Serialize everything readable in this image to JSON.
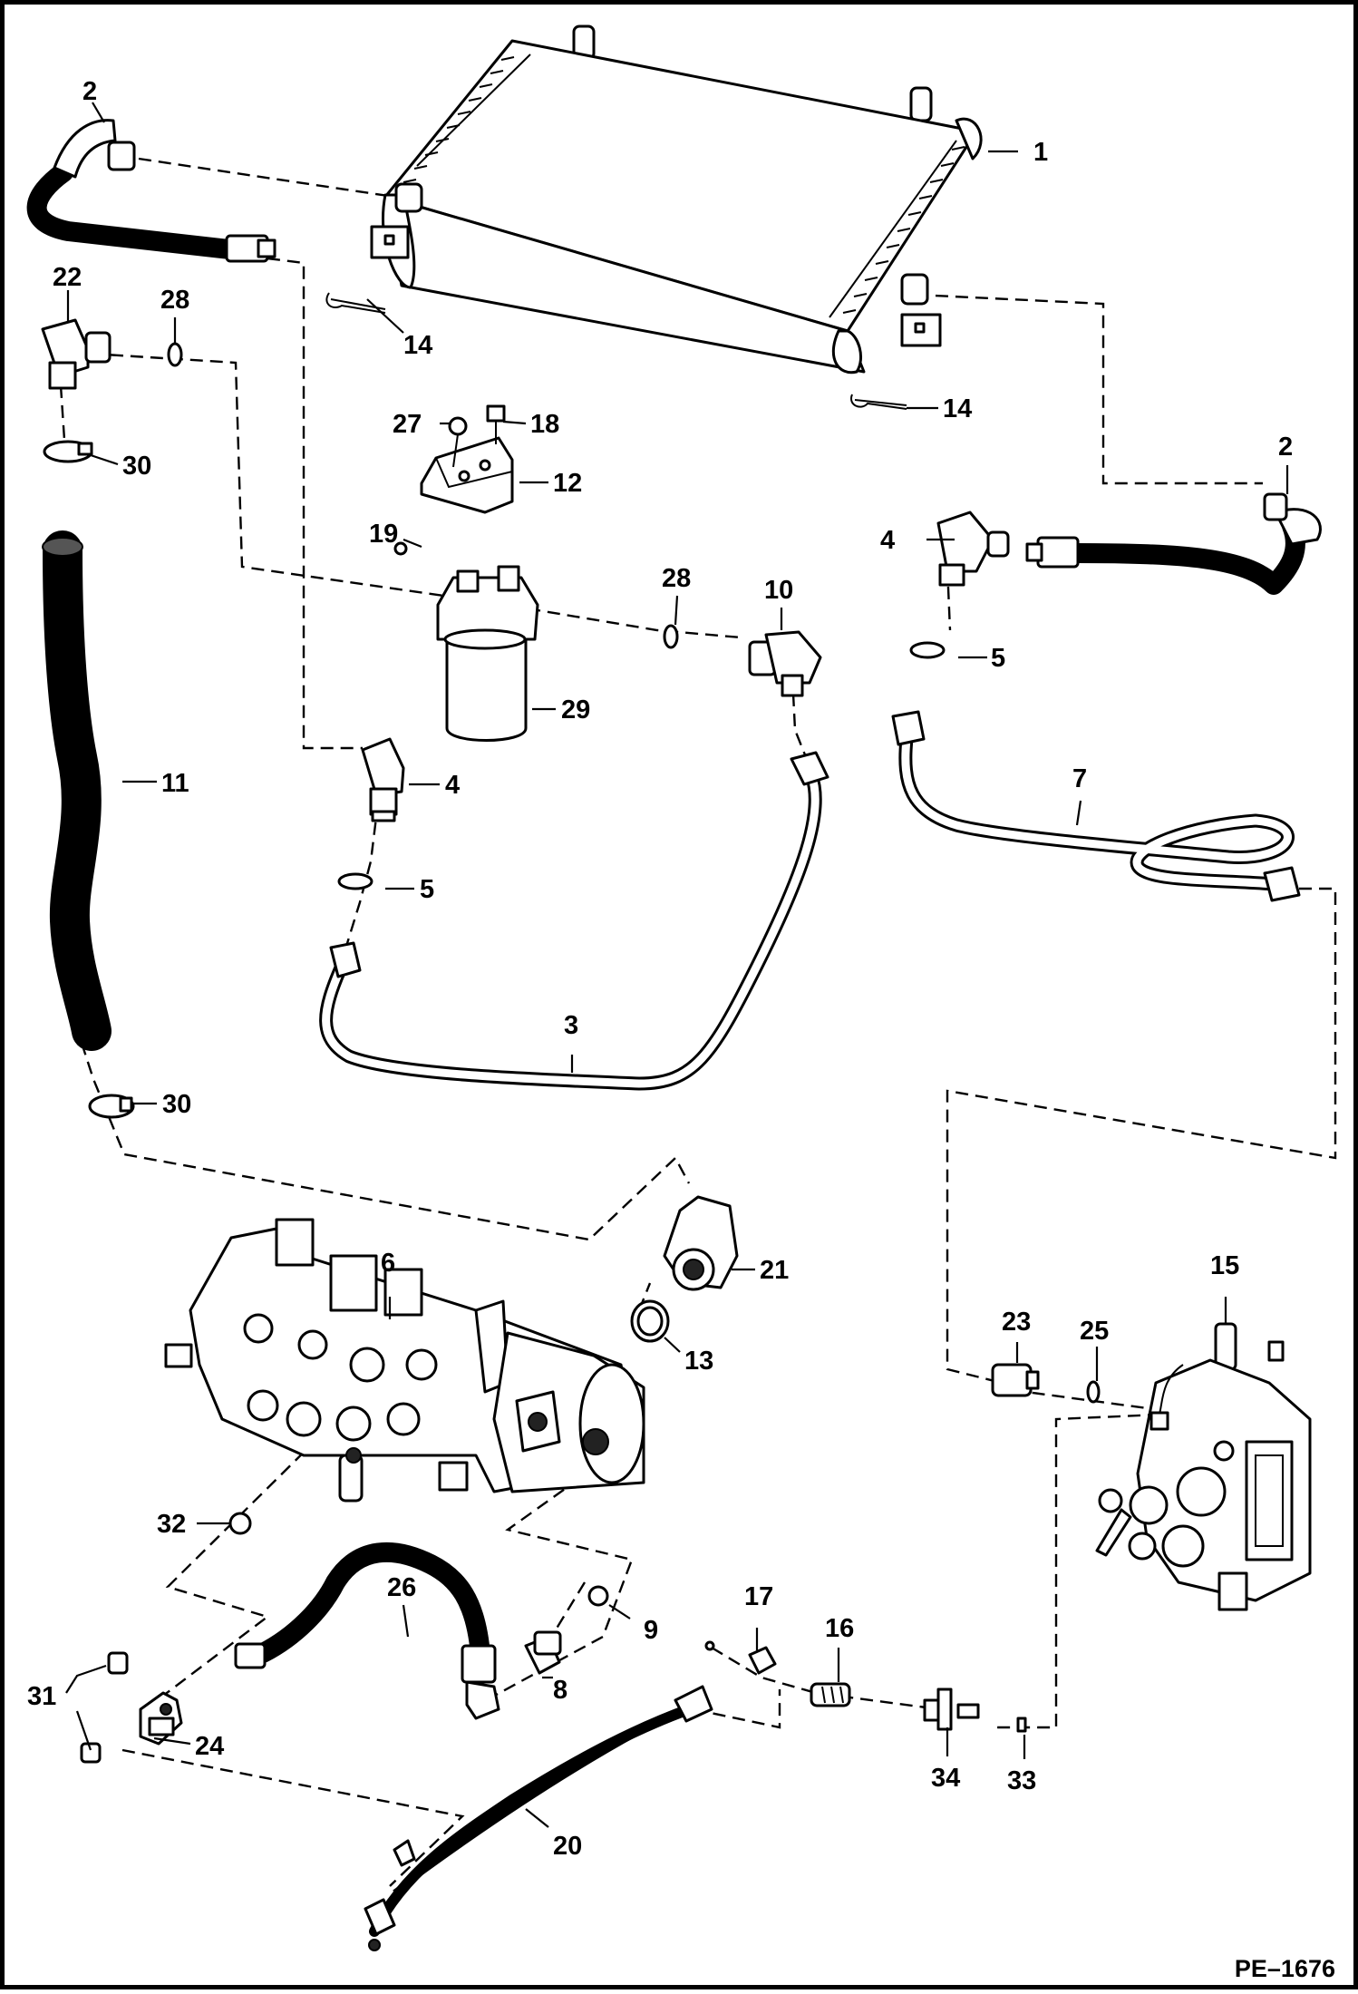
{
  "drawing_code": "PE–1676",
  "callouts": [
    {
      "id": "c1",
      "text": "1"
    },
    {
      "id": "c2a",
      "text": "2"
    },
    {
      "id": "c2b",
      "text": "2"
    },
    {
      "id": "c3",
      "text": "3"
    },
    {
      "id": "c4a",
      "text": "4"
    },
    {
      "id": "c4b",
      "text": "4"
    },
    {
      "id": "c5a",
      "text": "5"
    },
    {
      "id": "c5b",
      "text": "5"
    },
    {
      "id": "c6",
      "text": "6"
    },
    {
      "id": "c7",
      "text": "7"
    },
    {
      "id": "c8",
      "text": "8"
    },
    {
      "id": "c9",
      "text": "9"
    },
    {
      "id": "c10",
      "text": "10"
    },
    {
      "id": "c11",
      "text": "11"
    },
    {
      "id": "c12",
      "text": "12"
    },
    {
      "id": "c13",
      "text": "13"
    },
    {
      "id": "c14a",
      "text": "14"
    },
    {
      "id": "c14b",
      "text": "14"
    },
    {
      "id": "c15",
      "text": "15"
    },
    {
      "id": "c16",
      "text": "16"
    },
    {
      "id": "c17",
      "text": "17"
    },
    {
      "id": "c18",
      "text": "18"
    },
    {
      "id": "c19",
      "text": "19"
    },
    {
      "id": "c20",
      "text": "20"
    },
    {
      "id": "c21",
      "text": "21"
    },
    {
      "id": "c22",
      "text": "22"
    },
    {
      "id": "c23",
      "text": "23"
    },
    {
      "id": "c24",
      "text": "24"
    },
    {
      "id": "c25",
      "text": "25"
    },
    {
      "id": "c26",
      "text": "26"
    },
    {
      "id": "c27",
      "text": "27"
    },
    {
      "id": "c28a",
      "text": "28"
    },
    {
      "id": "c28b",
      "text": "28"
    },
    {
      "id": "c29",
      "text": "29"
    },
    {
      "id": "c30a",
      "text": "30"
    },
    {
      "id": "c30b",
      "text": "30"
    },
    {
      "id": "c31",
      "text": "31"
    },
    {
      "id": "c32",
      "text": "32"
    },
    {
      "id": "c33",
      "text": "33"
    },
    {
      "id": "c34",
      "text": "34"
    }
  ]
}
